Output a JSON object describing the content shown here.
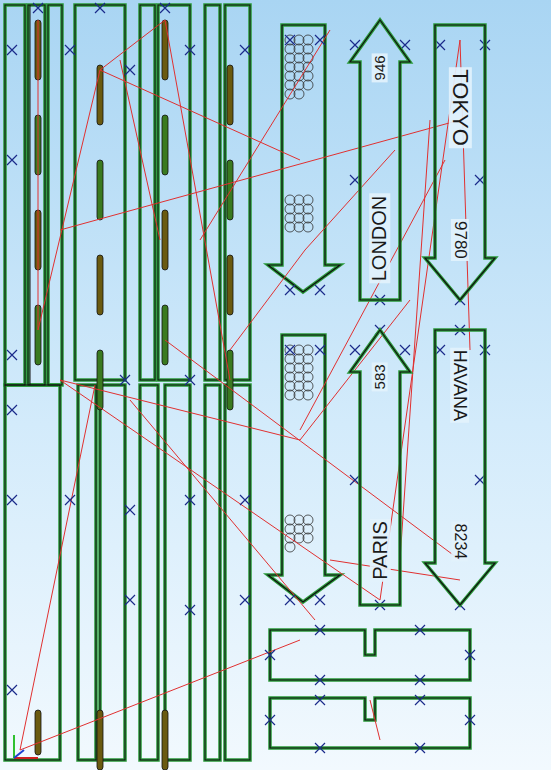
{
  "diagram": {
    "nodes": [
      {
        "text": [
          "LONDON",
          "946"
        ]
      },
      {
        "text": [
          "TOKYO",
          "9780"
        ]
      },
      {
        "text": [
          "PARIS",
          "583"
        ]
      },
      {
        "text": [
          "HAVANA",
          "8234"
        ]
      }
    ]
  }
}
